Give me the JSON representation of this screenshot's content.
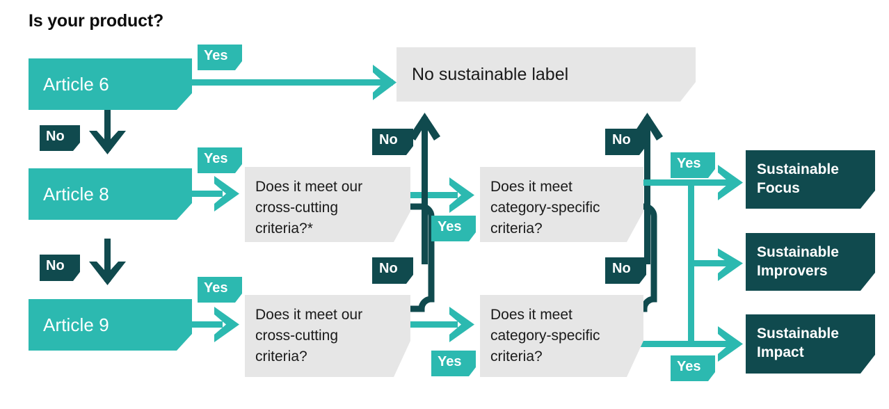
{
  "diagram": {
    "title": "Is your product?",
    "colors": {
      "teal": "#2cb9b0",
      "dark_teal": "#104a4e",
      "gray": "#e6e6e6",
      "white": "#ffffff",
      "black": "#1a1a1a"
    },
    "article_nodes": [
      {
        "id": "article-6",
        "label": "Article 6"
      },
      {
        "id": "article-8",
        "label": "Article 8"
      },
      {
        "id": "article-9",
        "label": "Article 9"
      }
    ],
    "terminal_no_label": {
      "id": "no-sustainable-label",
      "label": "No sustainable label"
    },
    "question_nodes": [
      {
        "id": "cross-cutting-article-8",
        "lines": [
          "Does it meet our",
          "cross-cutting",
          "criteria?*"
        ]
      },
      {
        "id": "category-specific-article-8",
        "lines": [
          "Does it meet",
          "category-specific",
          "criteria?"
        ]
      },
      {
        "id": "cross-cutting-article-9",
        "lines": [
          "Does it meet our",
          "cross-cutting",
          "criteria?"
        ]
      },
      {
        "id": "category-specific-article-9",
        "lines": [
          "Does it meet",
          "category-specific",
          "criteria?"
        ]
      }
    ],
    "outcome_nodes": [
      {
        "id": "sustainable-focus",
        "lines": [
          "Sustainable",
          "Focus"
        ]
      },
      {
        "id": "sustainable-improvers",
        "lines": [
          "Sustainable",
          "Improvers"
        ]
      },
      {
        "id": "sustainable-impact",
        "lines": [
          "Sustainable",
          "Impact"
        ]
      }
    ],
    "edge_badges": [
      {
        "id": "yes-article-6",
        "text": "Yes",
        "kind": "yes"
      },
      {
        "id": "no-article-6",
        "text": "No",
        "kind": "no"
      },
      {
        "id": "yes-article-8",
        "text": "Yes",
        "kind": "yes"
      },
      {
        "id": "no-article-8",
        "text": "No",
        "kind": "no"
      },
      {
        "id": "yes-article-9",
        "text": "Yes",
        "kind": "yes"
      },
      {
        "id": "no-cross-cutting-8",
        "text": "No",
        "kind": "no"
      },
      {
        "id": "yes-cross-cutting-8",
        "text": "Yes",
        "kind": "yes"
      },
      {
        "id": "no-cross-cutting-9",
        "text": "No",
        "kind": "no"
      },
      {
        "id": "yes-cross-cutting-9",
        "text": "Yes",
        "kind": "yes"
      },
      {
        "id": "no-category-8",
        "text": "No",
        "kind": "no"
      },
      {
        "id": "yes-category-8",
        "text": "Yes",
        "kind": "yes"
      },
      {
        "id": "no-category-9",
        "text": "No",
        "kind": "no"
      },
      {
        "id": "yes-category-9",
        "text": "Yes",
        "kind": "yes"
      }
    ]
  }
}
